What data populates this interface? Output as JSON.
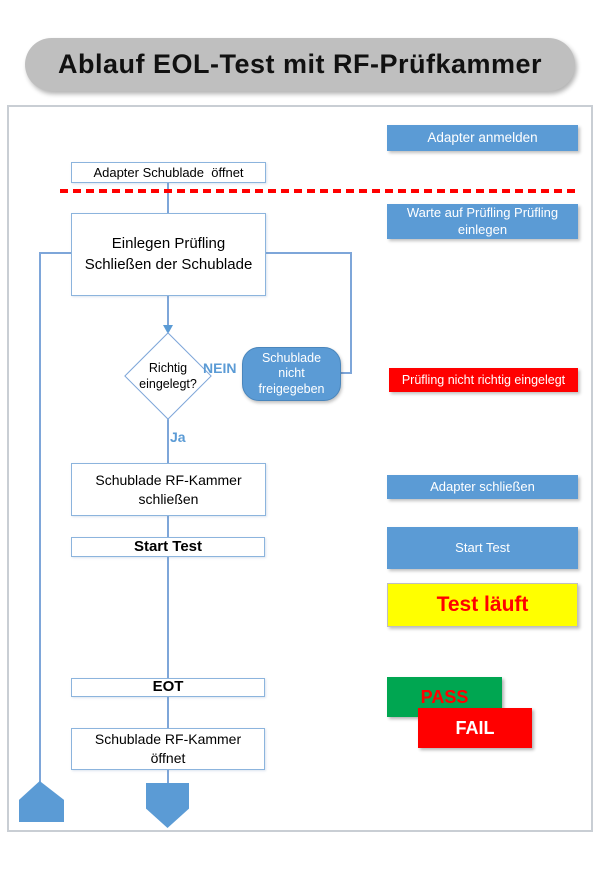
{
  "title": "Ablauf EOL-Test mit RF-Prüfkammer",
  "colors": {
    "accent_blue": "#5b9bd5",
    "connector_blue": "#7ea6d9",
    "status_red": "#ff0000",
    "status_green": "#00a651",
    "status_yellow": "#ffff00",
    "title_gray": "#bfbfbf"
  },
  "flow": {
    "box_adapter_open": "Adapter Schublade  öffnet",
    "box_insert": {
      "line1": "Einlegen Prüfling",
      "line2": "Schließen der Schublade"
    },
    "decision": {
      "line1": "Richtig",
      "line2": "eingelegt?"
    },
    "label_no": "NEIN",
    "label_yes": "Ja",
    "callout_not_released": {
      "line1": "Schublade",
      "line2": "nicht",
      "line3": "freigegeben"
    },
    "box_close_chamber": {
      "line1": "Schublade RF-Kammer",
      "line2": "schließen"
    },
    "box_start_test": "Start Test",
    "box_eot": "EOT",
    "box_open_chamber": {
      "line1": "Schublade RF-Kammer",
      "line2": "öffnet"
    }
  },
  "status_labels": {
    "adapter_register": "Adapter anmelden",
    "wait_for_dut": {
      "line1": "Warte auf Prüfling Prüfling",
      "line2": "einlegen"
    },
    "dut_not_inserted": "Prüfling nicht richtig eingelegt",
    "adapter_close": "Adapter schließen",
    "start_test": "Start Test",
    "test_running": "Test läuft",
    "pass": "PASS",
    "fail": "FAIL"
  }
}
